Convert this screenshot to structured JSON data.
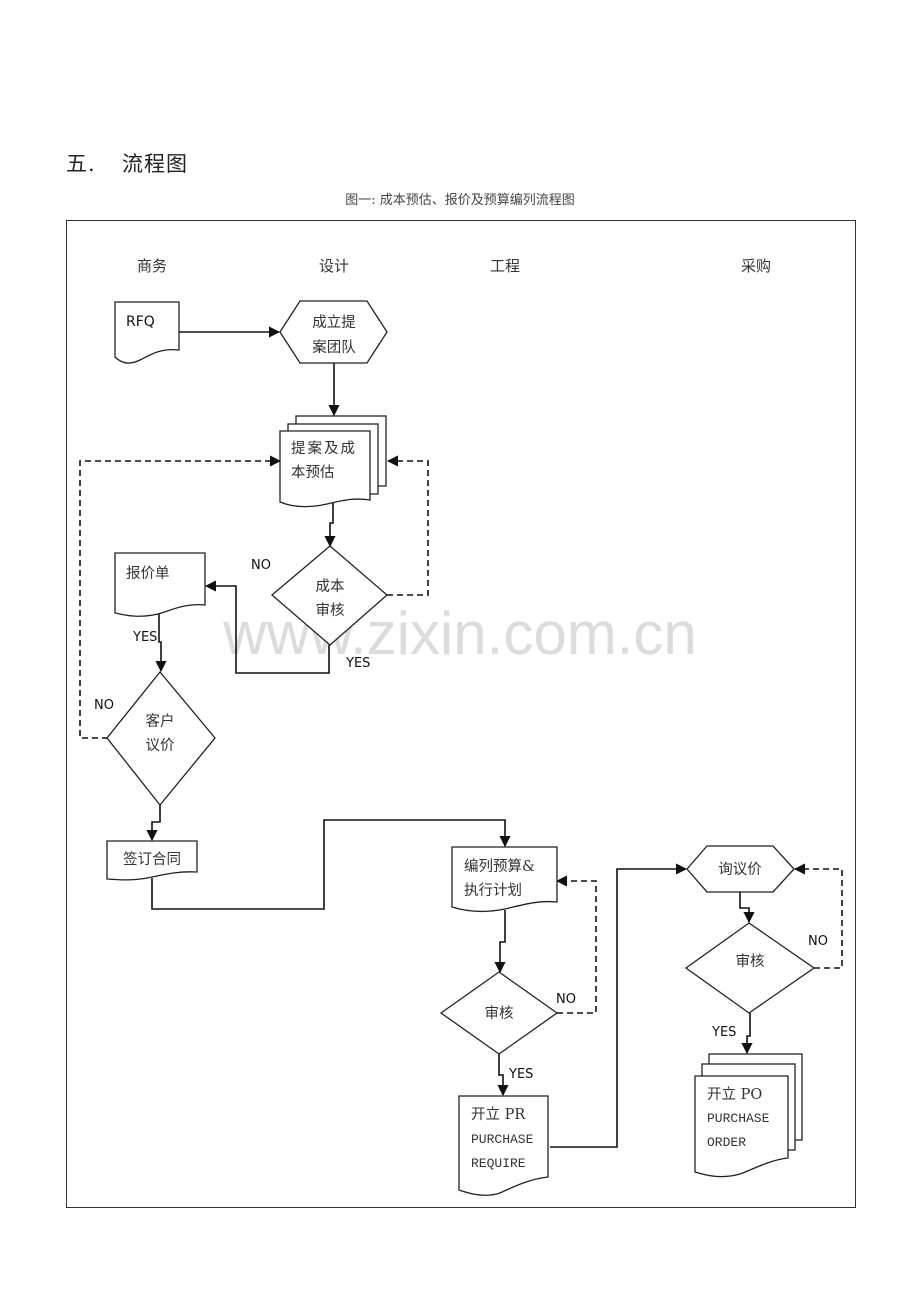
{
  "section": {
    "number": "五.",
    "title": "流程图"
  },
  "caption": "图一: 成本预估、报价及预算编列流程图",
  "lanes": [
    "商务",
    "设计",
    "工程",
    "采购"
  ],
  "watermark": "www.zixin.com.cn",
  "nodes": {
    "rfq": {
      "type": "document",
      "lines": [
        "RFQ"
      ]
    },
    "team": {
      "type": "preparation",
      "lines": [
        "成立提",
        "案团队"
      ]
    },
    "proposal": {
      "type": "multi-document",
      "lines": [
        "提案及成",
        "本预估"
      ]
    },
    "cost_review": {
      "type": "decision",
      "lines": [
        "成本",
        "审核"
      ]
    },
    "quote": {
      "type": "document",
      "lines": [
        "报价单"
      ]
    },
    "client_negotiation": {
      "type": "decision",
      "lines": [
        "客户",
        "议价"
      ]
    },
    "contract": {
      "type": "document",
      "lines": [
        "签订合同"
      ]
    },
    "budget": {
      "type": "document",
      "lines": [
        "编列预算&",
        "执行计划"
      ]
    },
    "budget_review": {
      "type": "decision",
      "lines": [
        "审核"
      ]
    },
    "pr": {
      "type": "document",
      "lines": [
        "开立 PR",
        "PURCHASE",
        "REQUIRE"
      ]
    },
    "inquiry": {
      "type": "preparation",
      "lines": [
        "询议价"
      ]
    },
    "inquiry_review": {
      "type": "decision",
      "lines": [
        "审核"
      ]
    },
    "po": {
      "type": "multi-document",
      "lines": [
        "开立 PO",
        "PURCHASE",
        "ORDER"
      ]
    }
  },
  "edge_labels": {
    "cost_review_no": "NO",
    "cost_review_yes": "YES",
    "quote_yes": "YES",
    "client_no": "NO",
    "budget_review_no": "NO",
    "budget_review_yes": "YES",
    "inquiry_review_no": "NO",
    "inquiry_review_yes": "YES"
  }
}
